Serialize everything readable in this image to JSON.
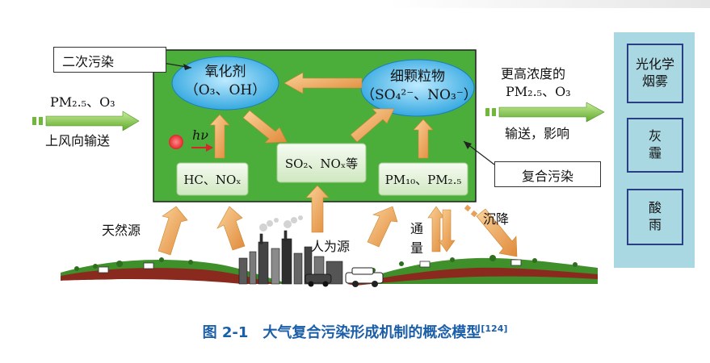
{
  "labels": {
    "secondary_pollution": "二次污染",
    "oxidant_title": "氧化剂",
    "oxidant_species": "（O₃、OH）",
    "fine_particles_title": "细颗粒物",
    "fine_particles_species": "（SO₄²⁻、NO₃⁻）",
    "pm_upwind": "PM₂.₅、O₃",
    "upwind_transport": "上风向输送",
    "hv": "hν",
    "hc_nox": "HC、NOₓ",
    "so2_nox": "SO₂、NOₓ等",
    "pm10_pm25": "PM₁₀、PM₂.₅",
    "higher_conc": "更高浓度的",
    "higher_conc_species": "PM₂.₅、O₃",
    "transport_influence": "输送，影响",
    "complex_pollution": "复合污染",
    "natural_source": "天然源",
    "anthropogenic_source": "人为源",
    "flux_1": "通",
    "flux_2": "量",
    "deposition": "沉降"
  },
  "right_panel": {
    "items": [
      "光化学烟雾",
      "灰霾",
      "酸雨"
    ]
  },
  "caption": {
    "text": "图 2-1　大气复合污染形成机制的概念模型",
    "ref": "[124]"
  },
  "colors": {
    "green_box": "#4cae3a",
    "ellipse": "#3fb4e6",
    "arrow_orange": "#f0a858",
    "arrow_green": "#7bc043",
    "panel_blue": "#a9d8e3",
    "caption_blue": "#1b5fa8"
  }
}
